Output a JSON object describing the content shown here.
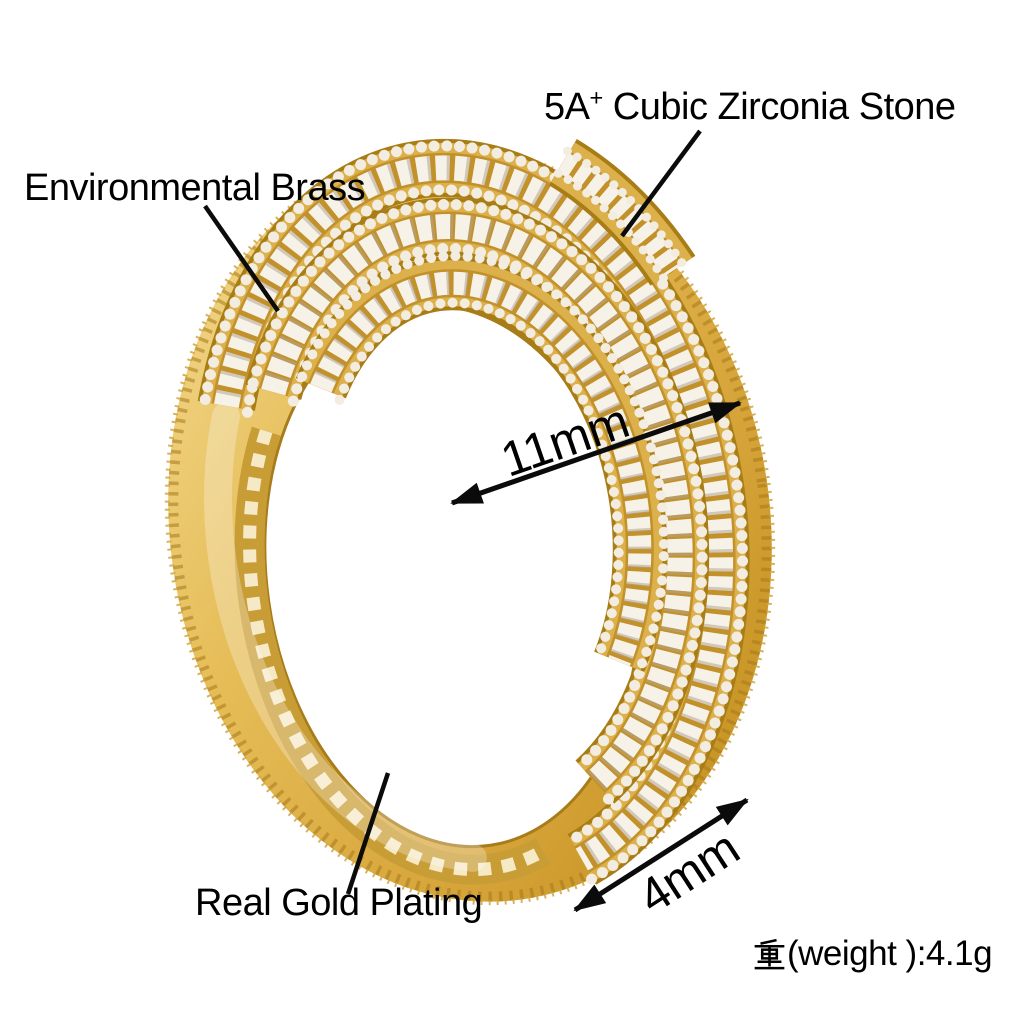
{
  "background": "#ffffff",
  "labels": {
    "stone": {
      "prefix": "5A",
      "sup": "+",
      "rest": " Cubic Zirconia Stone"
    },
    "brass": "Environmental Brass",
    "plating": "Real Gold Plating",
    "weight": {
      "kanji": "重",
      "rest": "(weight ):4.1g"
    }
  },
  "measurements": {
    "band_width": "11mm",
    "band_thickness": "4mm"
  },
  "colors": {
    "gold": "#d9ab41",
    "gold_light": "#f2d98f",
    "gold_dark": "#a87d15",
    "stone_white": "#f5efe4",
    "annotation_text": "#000000"
  }
}
